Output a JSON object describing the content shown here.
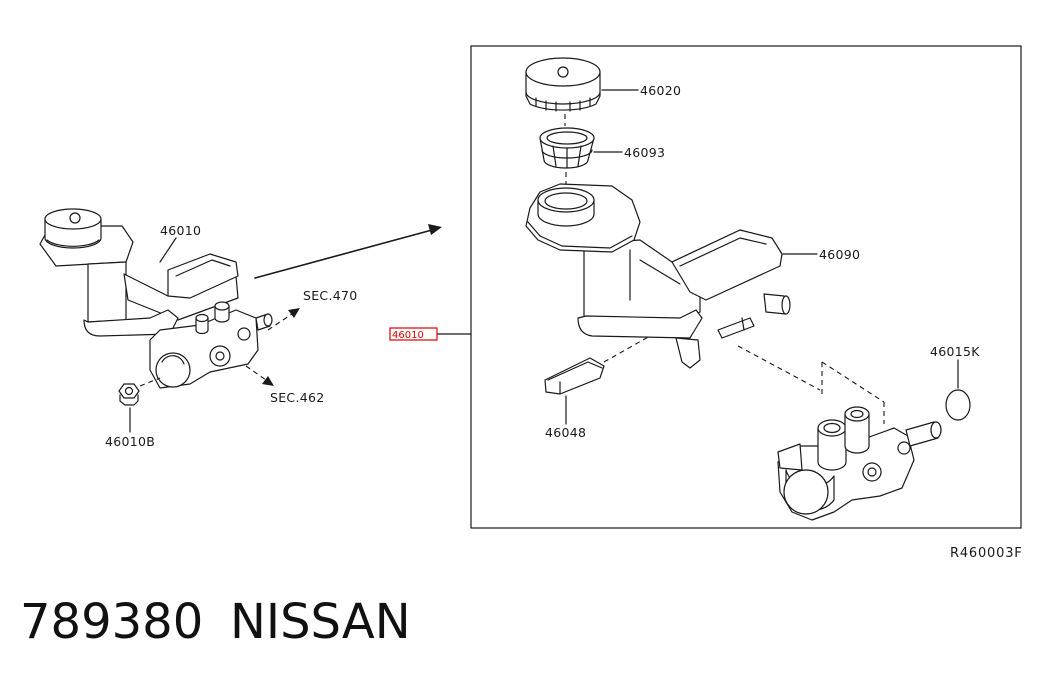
{
  "diagram": {
    "callouts": {
      "master_cylinder_assembly": "46010",
      "sec_470": "SEC.470",
      "sec_462": "SEC.462",
      "nut": "46010B",
      "cap": "46020",
      "strainer": "46093",
      "reservoir_tank": "46090",
      "assembly_ref": "46010",
      "o_ring": "46015K",
      "grommet": "46048"
    },
    "figure_code": "R460003F"
  },
  "caption": {
    "part_number": "789380",
    "brand": "NISSAN"
  },
  "colors": {
    "line": "#1a1a1a",
    "highlight": "#e00000"
  }
}
